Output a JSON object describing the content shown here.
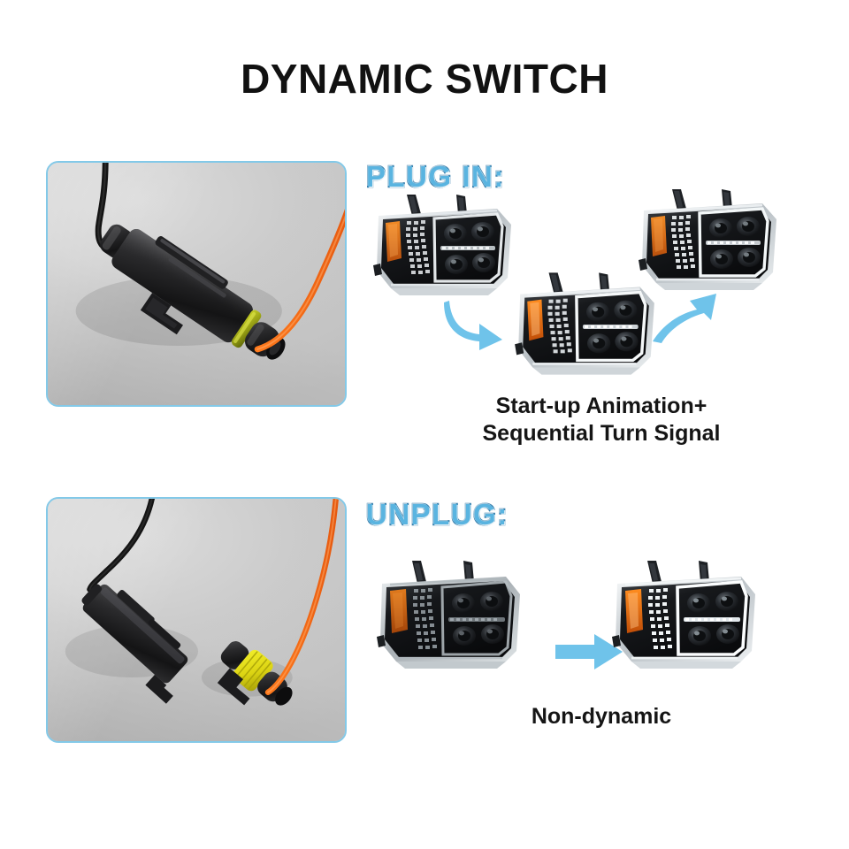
{
  "title": "DYNAMIC SWITCH",
  "theme": {
    "accent_blue": "#5ab4e0",
    "accent_blue_stroke": "#3c82ae",
    "arrow_blue": "#6fc3ea",
    "frame_border": "#83c9e8",
    "text_black": "#151515",
    "background": "#ffffff",
    "amber_signal": "#e2761f",
    "drl_white": "#f2f4f5"
  },
  "sections": [
    {
      "id": "plug-in",
      "label": "PLUG IN:",
      "photo": {
        "name": "connector-plugged-photo",
        "alt": "Black automotive connector plugged together with yellow seal ring, black wire and orange wire"
      },
      "caption_lines": [
        "Start-up Animation+",
        "Sequential Turn Signal"
      ],
      "caption": "Start-up Animation+",
      "caption2": "Sequential Turn Signal",
      "headlights": [
        {
          "id": "hl-a",
          "state": "sequential-stage-1"
        },
        {
          "id": "hl-b",
          "state": "sequential-stage-3"
        },
        {
          "id": "hl-c",
          "state": "sequential-stage-2"
        }
      ],
      "arrows": [
        {
          "id": "arrow-curve-left",
          "icon": "curved-arrow-down-right-icon"
        },
        {
          "id": "arrow-curve-right",
          "icon": "curved-arrow-up-right-icon"
        }
      ]
    },
    {
      "id": "unplug",
      "label": "UNPLUG:",
      "photo": {
        "name": "connector-unplugged-photo",
        "alt": "Two separated connector halves, black housing with black wire and male pin with yellow seal and orange wire"
      },
      "caption": "Non-dynamic",
      "headlights": [
        {
          "id": "hl-d",
          "state": "off"
        },
        {
          "id": "hl-e",
          "state": "steady-on"
        }
      ],
      "arrows": [
        {
          "id": "arrow-straight",
          "icon": "straight-arrow-right-icon"
        }
      ]
    }
  ]
}
